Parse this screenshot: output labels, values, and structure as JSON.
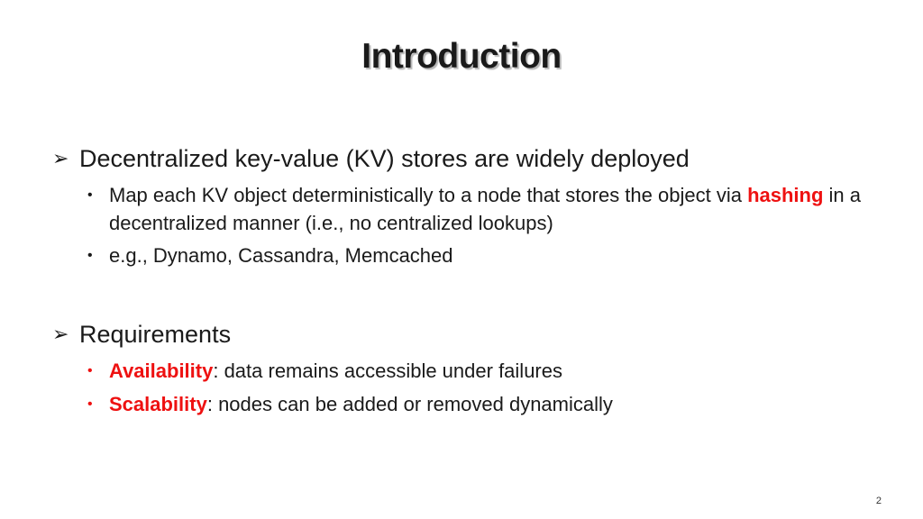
{
  "slide": {
    "title": "Introduction",
    "page_number": "2"
  },
  "sections": [
    {
      "heading": "Decentralized key-value (KV) stores are widely deployed",
      "bullets": [
        {
          "text_before": "Map each KV object deterministically to a node that stores the object via ",
          "highlight": "hashing",
          "text_after": " in a decentralized manner (i.e., no centralized lookups)"
        },
        {
          "text": "e.g., Dynamo, Cassandra, Memcached"
        }
      ]
    },
    {
      "heading": "Requirements",
      "bullets": [
        {
          "highlight": "Availability",
          "text_after": ": data remains accessible under failures"
        },
        {
          "highlight": "Scalability",
          "text_after": ": nodes can be added or removed dynamically"
        }
      ]
    }
  ],
  "icons": {
    "level1_bullet": "arrow-bullet-icon",
    "level2_bullet": "dot-bullet-icon"
  },
  "colors": {
    "highlight": "#ee1111",
    "text": "#1a1a1a"
  }
}
